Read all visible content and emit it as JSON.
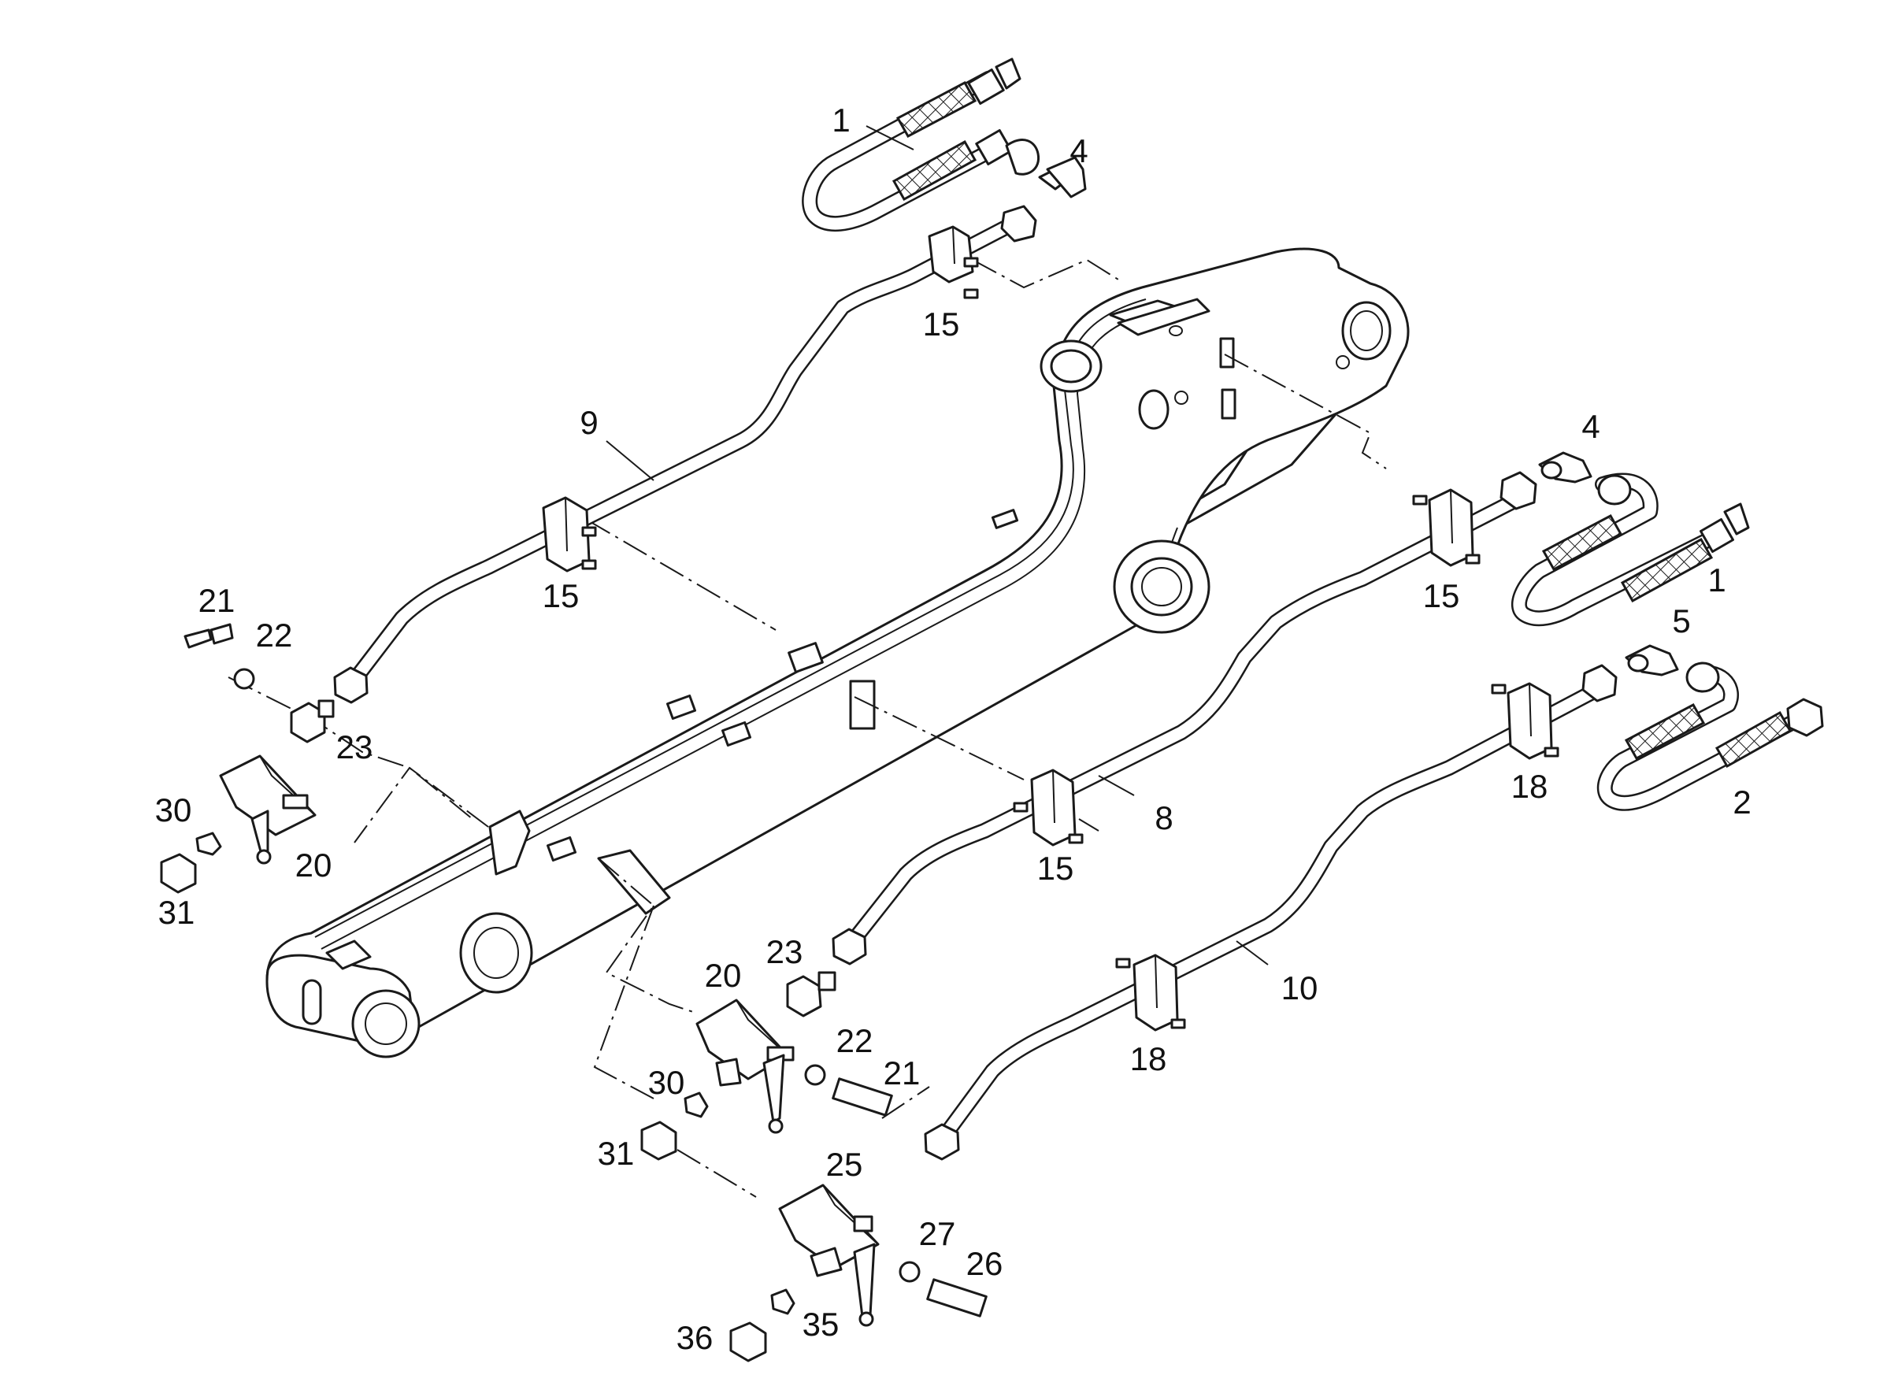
{
  "callouts": [
    {
      "id": "c1a",
      "text": "1"
    },
    {
      "id": "c4a",
      "text": "4"
    },
    {
      "id": "c15a",
      "text": "15"
    },
    {
      "id": "c9",
      "text": "9"
    },
    {
      "id": "c15b",
      "text": "15"
    },
    {
      "id": "c4b",
      "text": "4"
    },
    {
      "id": "c1b",
      "text": "1"
    },
    {
      "id": "c15c",
      "text": "15"
    },
    {
      "id": "c5",
      "text": "5"
    },
    {
      "id": "c2",
      "text": "2"
    },
    {
      "id": "c18a",
      "text": "18"
    },
    {
      "id": "c21a",
      "text": "21"
    },
    {
      "id": "c22a",
      "text": "22"
    },
    {
      "id": "c23a",
      "text": "23"
    },
    {
      "id": "c30a",
      "text": "30"
    },
    {
      "id": "c20a",
      "text": "20"
    },
    {
      "id": "c31a",
      "text": "31"
    },
    {
      "id": "c8",
      "text": "8"
    },
    {
      "id": "c15d",
      "text": "15"
    },
    {
      "id": "c10",
      "text": "10"
    },
    {
      "id": "c18b",
      "text": "18"
    },
    {
      "id": "c23b",
      "text": "23"
    },
    {
      "id": "c20b",
      "text": "20"
    },
    {
      "id": "c22b",
      "text": "22"
    },
    {
      "id": "c21b",
      "text": "21"
    },
    {
      "id": "c30b",
      "text": "30"
    },
    {
      "id": "c31b",
      "text": "31"
    },
    {
      "id": "c25",
      "text": "25"
    },
    {
      "id": "c27",
      "text": "27"
    },
    {
      "id": "c26",
      "text": "26"
    },
    {
      "id": "c35",
      "text": "35"
    },
    {
      "id": "c36",
      "text": "36"
    }
  ]
}
